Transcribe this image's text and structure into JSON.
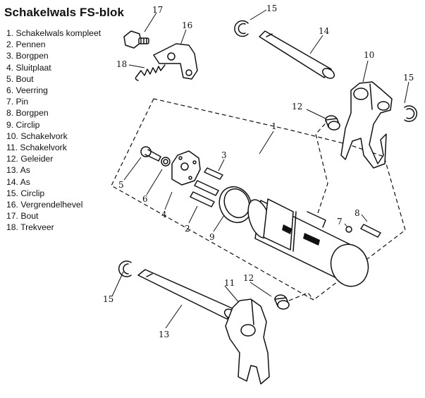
{
  "title": "Schakelwals FS-blok",
  "legend": [
    "1. Schakelwals kompleet",
    "2. Pennen",
    "3. Borgpen",
    "4. Sluitplaat",
    "5. Bout",
    "6. Veerring",
    "7. Pin",
    "8. Borgpen",
    "9. Circlip",
    "10. Schakelvork",
    "11. Schakelvork",
    "12. Geleider",
    "13. As",
    "14. As",
    "15. Circlip",
    "16. Vergrendelhevel",
    "17. Bout",
    "18. Trekveer"
  ],
  "callouts": {
    "c1": "1",
    "c2": "2",
    "c3": "3",
    "c4": "4",
    "c5": "5",
    "c6": "6",
    "c7": "7",
    "c8": "8",
    "c9": "9",
    "c10": "10",
    "c11": "11",
    "c12a": "12",
    "c12b": "12",
    "c13": "13",
    "c14": "14",
    "c15a": "15",
    "c15b": "15",
    "c15c": "15",
    "c16": "16",
    "c17": "17",
    "c18": "18"
  }
}
